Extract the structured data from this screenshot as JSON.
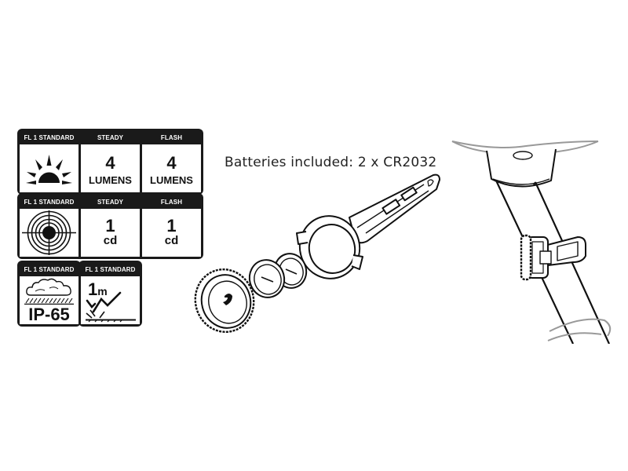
{
  "panels": {
    "lumens": {
      "standard_label": "FL 1 STANDARD",
      "steady_label": "STEADY",
      "flash_label": "FLASH",
      "steady_value": "4",
      "steady_unit": "LUMENS",
      "flash_value": "4",
      "flash_unit": "LUMENS",
      "icon": "sunburst-icon"
    },
    "candela": {
      "standard_label": "FL 1 STANDARD",
      "steady_label": "STEADY",
      "flash_label": "FLASH",
      "steady_value": "1",
      "steady_unit": "cd",
      "flash_value": "1",
      "flash_unit": "cd",
      "icon": "target-icon"
    },
    "water": {
      "standard_label": "FL 1 STANDARD",
      "rating": "IP-65",
      "icon": "rain-cloud-icon"
    },
    "impact": {
      "standard_label": "FL 1 STANDARD",
      "height": "1",
      "unit": "m",
      "icon": "drop-impact-icon"
    }
  },
  "caption": "Batteries included: 2 x CR2032",
  "illustrations": {
    "exploded": "exploded-light-assembly-icon",
    "mounted": "seatpost-mounted-light-icon"
  }
}
